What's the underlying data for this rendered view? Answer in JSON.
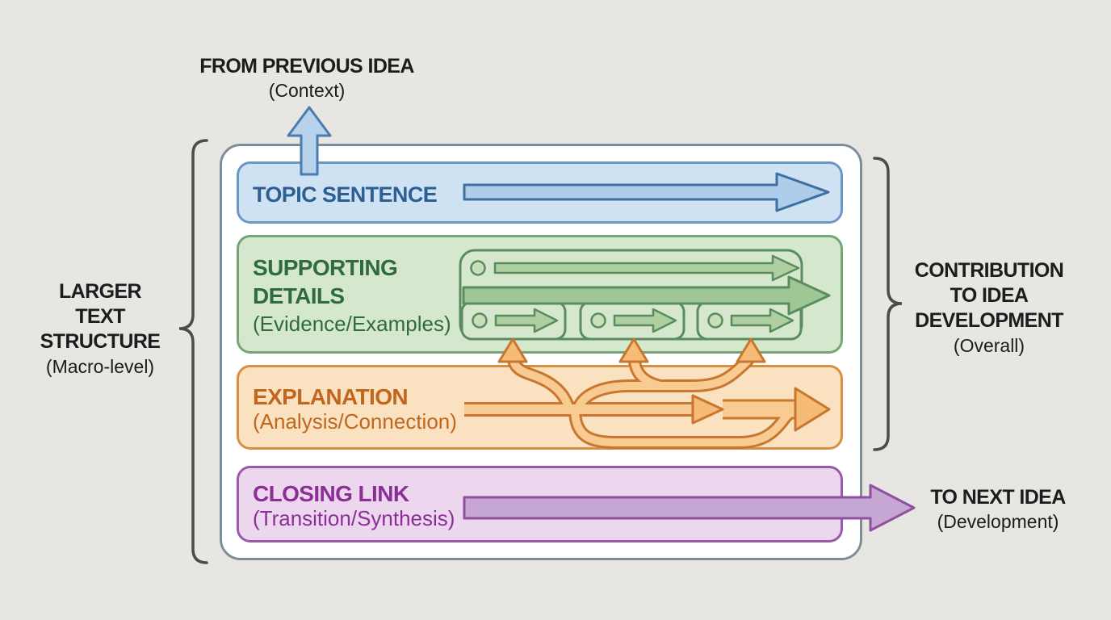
{
  "top_label": {
    "title": "FROM PREVIOUS IDEA",
    "subtitle": "(Context)"
  },
  "left_label": {
    "line1": "LARGER",
    "line2": "TEXT",
    "line3": "STRUCTURE",
    "subtitle": "(Macro-level)"
  },
  "right_label": {
    "line1": "CONTRIBUTION",
    "line2": "TO IDEA",
    "line3": "DEVELOPMENT",
    "subtitle": "(Overall)"
  },
  "next_label": {
    "title": "TO NEXT IDEA",
    "subtitle": "(Development)"
  },
  "bands": {
    "topic": {
      "title": "TOPIC SENTENCE"
    },
    "supporting": {
      "title_line1": "SUPPORTING",
      "title_line2": "DETAILS",
      "subtitle": "(Evidence/Examples)"
    },
    "explanation": {
      "title": "EXPLANATION",
      "subtitle": "(Analysis/Connection)"
    },
    "closing": {
      "title": "CLOSING LINK",
      "subtitle": "(Transition/Synthesis)"
    }
  },
  "colors": {
    "bg": "#e8e6e3",
    "container_fill": "#ffffff",
    "container_stroke": "#7d8e99",
    "brace": "#4b4b4b",
    "text_dark": "#1c1c1c",
    "blue_fill": "#cfe2f4",
    "blue_stroke": "#6b97c6",
    "blue_text": "#2d5f93",
    "blue_arrow_fill": "#aecdea",
    "blue_arrow_stroke": "#3f6fa1",
    "blue_up_fill": "#b7d3ec",
    "blue_up_stroke": "#4a7cad",
    "green_fill": "#d5e8cd",
    "green_stroke": "#74a577",
    "green_text": "#2f6b3c",
    "green_el_stroke": "#5a8c60",
    "green_arrow_fill": "#aed0a0",
    "green_thick_fill": "#9fc795",
    "green_circle_fill": "#c8dfba",
    "orange_fill": "#fae1bf",
    "orange_stroke": "#d88f44",
    "orange_text": "#c0661f",
    "orange_ribbon": "#f8cb93",
    "orange_line": "#c9772f",
    "orange_head": "#f5bb77",
    "purple_fill": "#ecd7ef",
    "purple_stroke": "#9b59ab",
    "purple_text": "#8b2f96",
    "purple_arrow_fill": "#c6a6d2",
    "purple_arrow_stroke": "#8e509f"
  }
}
